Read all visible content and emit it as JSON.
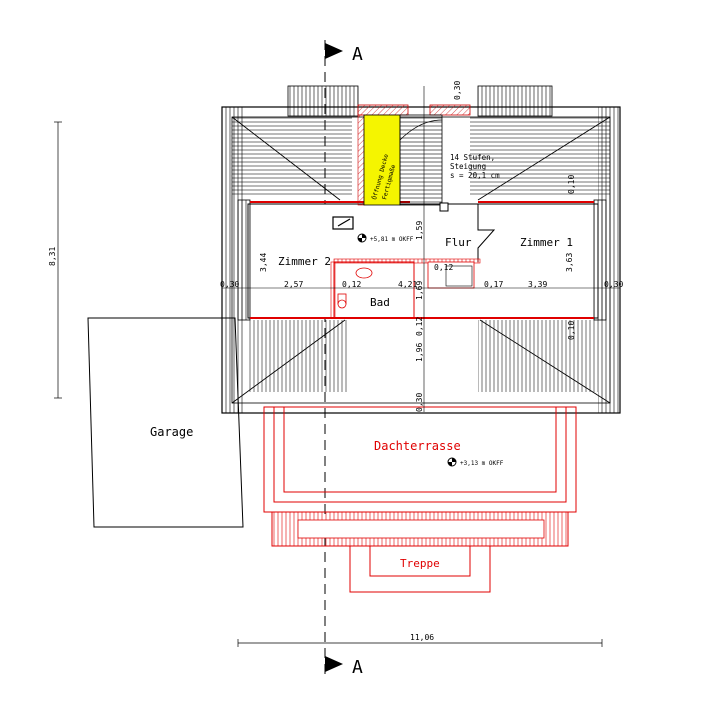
{
  "section_label": "A",
  "rooms": {
    "zimmer2": "Zimmer 2",
    "zimmer1": "Zimmer 1",
    "flur": "Flur",
    "bad": "Bad",
    "garage": "Garage",
    "dachterrasse": "Dachterrasse",
    "treppe": "Treppe"
  },
  "stair_note": [
    "14 Stufen,",
    "Steigung",
    "s = 20,1 cm"
  ],
  "opening_note": [
    "Öffnung Decke",
    "Fertigmaße"
  ],
  "levels": {
    "upper": "+5,81 m OKFF",
    "terrace": "+3,13 m OKFF"
  },
  "dimensions": {
    "total_height": "8,31",
    "total_width": "11,06",
    "top_wall": "0,30",
    "wall_right_upper": "0,10",
    "wall_right_lower": "0,10",
    "left_wall": "0,30",
    "right_wall": "0,30",
    "zimmer2_width": "2,57",
    "zimmer2_depth": "3,44",
    "wall_a": "0,12",
    "bad_width": "4,21",
    "wall_b": "0,12",
    "wall_c": "0,17",
    "zimmer1_width": "3,39",
    "zimmer1_depth": "3,63",
    "flur_depth": "1,59",
    "bad_depth": "1,69",
    "lower_wall": "0,12",
    "lower_depth": "1,96",
    "bottom_wall": "0,30"
  }
}
